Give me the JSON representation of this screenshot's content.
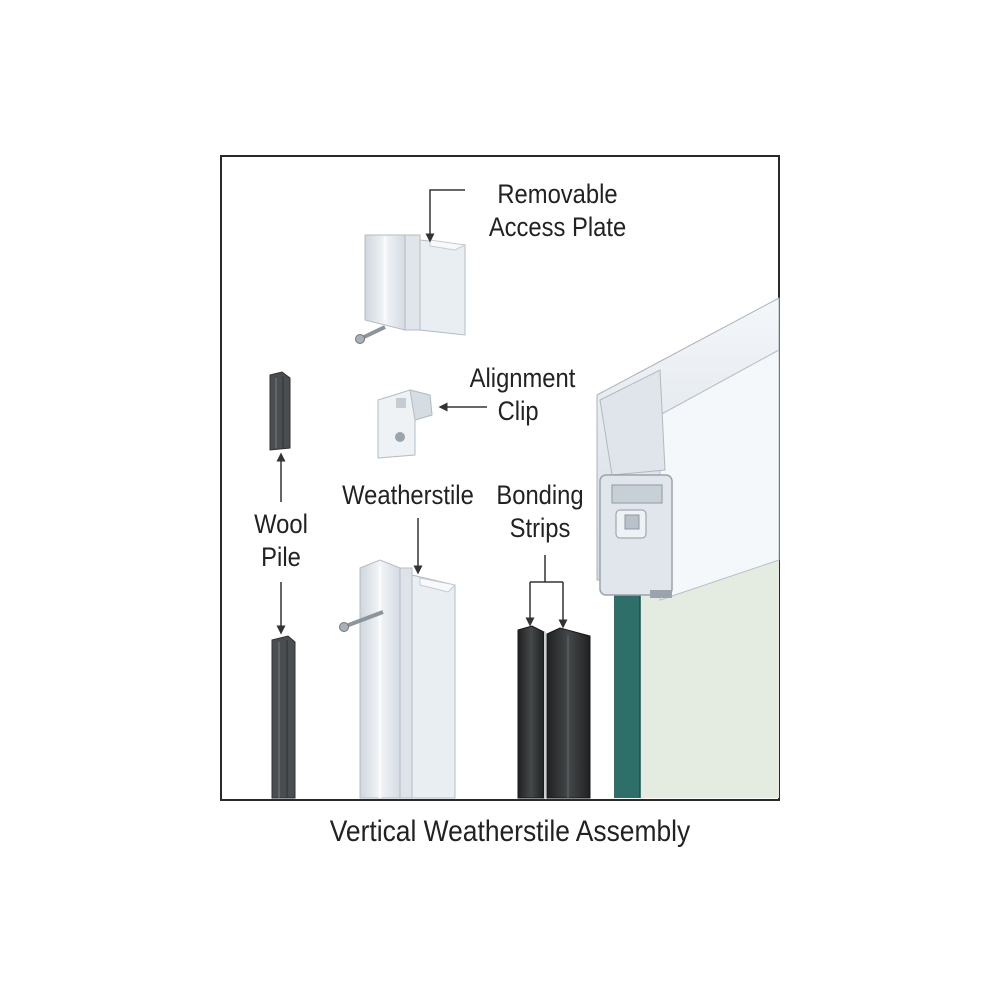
{
  "labels": {
    "access_plate": [
      "Removable",
      "Access Plate"
    ],
    "alignment_clip": [
      "Alignment",
      "Clip"
    ],
    "weatherstile": "Weatherstile",
    "bonding_strips": [
      "Bonding",
      "Strips"
    ],
    "wool_pile": [
      "Wool",
      "Pile"
    ]
  },
  "caption": "Vertical Weatherstile Assembly",
  "colors": {
    "frame": "#2a2a2a",
    "aluminum": "#e6ebf0",
    "rubber": "#2b2d2e",
    "wool": "#4b4e51",
    "glass_edge": "#2e6f6a",
    "glass_panel": "#e4ebe0"
  }
}
